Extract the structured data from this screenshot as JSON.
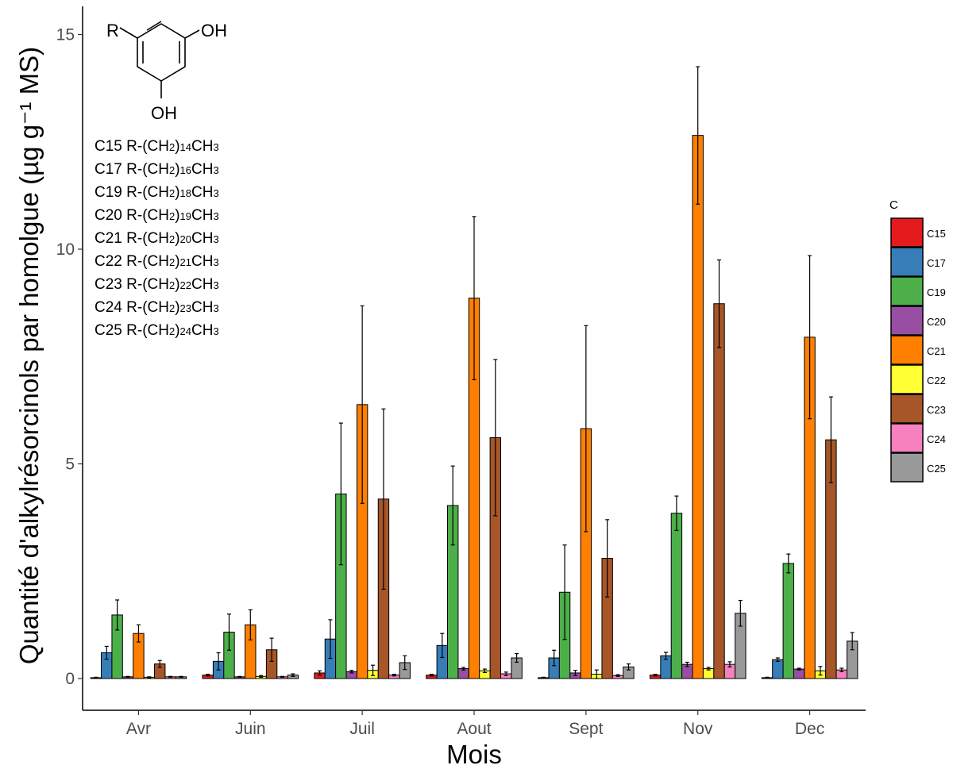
{
  "chart_data": {
    "type": "bar",
    "xlabel": "Mois",
    "ylabel": "Quantité d'alkylrésorcinols par homolgue (µg g⁻¹ MS)",
    "ylim": [
      0,
      15
    ],
    "yticks": [
      "0",
      "5",
      "10",
      "15"
    ],
    "categories": [
      "Avr",
      "Juin",
      "Juil",
      "Aout",
      "Sept",
      "Nov",
      "Dec"
    ],
    "grid": false,
    "legend": {
      "title": "C",
      "placement": "right"
    },
    "series": [
      {
        "name": "C15",
        "color": "#E41A1C",
        "values": [
          0.02,
          0.08,
          0.13,
          0.08,
          0.02,
          0.08,
          0.02
        ],
        "errors": [
          0.01,
          0.02,
          0.05,
          0.02,
          0.01,
          0.02,
          0.01
        ]
      },
      {
        "name": "C17",
        "color": "#377EB8",
        "values": [
          0.6,
          0.4,
          0.92,
          0.77,
          0.48,
          0.53,
          0.44
        ],
        "errors": [
          0.15,
          0.2,
          0.45,
          0.28,
          0.18,
          0.08,
          0.04
        ]
      },
      {
        "name": "C19",
        "color": "#4DAF4A",
        "values": [
          1.48,
          1.08,
          4.3,
          4.03,
          2.01,
          3.85,
          2.68
        ],
        "errors": [
          0.35,
          0.42,
          1.65,
          0.92,
          1.1,
          0.4,
          0.22
        ]
      },
      {
        "name": "C20",
        "color": "#984EA3",
        "values": [
          0.04,
          0.04,
          0.16,
          0.23,
          0.13,
          0.33,
          0.22
        ],
        "errors": [
          0.01,
          0.01,
          0.03,
          0.03,
          0.06,
          0.05,
          0.02
        ]
      },
      {
        "name": "C21",
        "color": "#FF7F00",
        "values": [
          1.05,
          1.25,
          6.38,
          8.86,
          5.82,
          12.65,
          7.95
        ],
        "errors": [
          0.2,
          0.35,
          2.3,
          1.9,
          2.4,
          1.6,
          1.9
        ]
      },
      {
        "name": "C22",
        "color": "#FFFF33",
        "values": [
          0.03,
          0.05,
          0.19,
          0.18,
          0.1,
          0.23,
          0.18
        ],
        "errors": [
          0.01,
          0.02,
          0.12,
          0.04,
          0.1,
          0.03,
          0.1
        ]
      },
      {
        "name": "C23",
        "color": "#A65628",
        "values": [
          0.34,
          0.67,
          4.18,
          5.61,
          2.8,
          8.73,
          5.56
        ],
        "errors": [
          0.08,
          0.27,
          2.1,
          1.82,
          0.9,
          1.02,
          1.0
        ]
      },
      {
        "name": "C24",
        "color": "#F781BF",
        "values": [
          0.04,
          0.04,
          0.08,
          0.11,
          0.07,
          0.33,
          0.2
        ],
        "errors": [
          0.01,
          0.01,
          0.02,
          0.04,
          0.02,
          0.06,
          0.04
        ]
      },
      {
        "name": "C25",
        "color": "#999999",
        "values": [
          0.04,
          0.08,
          0.37,
          0.48,
          0.27,
          1.52,
          0.87
        ],
        "errors": [
          0.01,
          0.03,
          0.16,
          0.1,
          0.07,
          0.3,
          0.2
        ]
      }
    ]
  },
  "inset": {
    "substituent": "R",
    "hydroxyl_1": "OH",
    "hydroxyl_2": "OH",
    "formulas": [
      {
        "label": "C15",
        "chain": "R-(CH",
        "sub1": "2",
        "mid": ")",
        "sub2": "14",
        "end": "CH",
        "sub3": "3"
      },
      {
        "label": "C17",
        "chain": "R-(CH",
        "sub1": "2",
        "mid": ")",
        "sub2": "16",
        "end": "CH",
        "sub3": "3"
      },
      {
        "label": "C19",
        "chain": "R-(CH",
        "sub1": "2",
        "mid": ")",
        "sub2": "18",
        "end": "CH",
        "sub3": "3"
      },
      {
        "label": "C20",
        "chain": "R-(CH",
        "sub1": "2",
        "mid": ")",
        "sub2": "19",
        "end": "CH",
        "sub3": "3"
      },
      {
        "label": "C21",
        "chain": "R-(CH",
        "sub1": "2",
        "mid": ")",
        "sub2": "20",
        "end": "CH",
        "sub3": "3"
      },
      {
        "label": "C22",
        "chain": "R-(CH",
        "sub1": "2",
        "mid": ")",
        "sub2": "21",
        "end": "CH",
        "sub3": "3"
      },
      {
        "label": "C23",
        "chain": "R-(CH",
        "sub1": "2",
        "mid": ")",
        "sub2": "22",
        "end": "CH",
        "sub3": "3"
      },
      {
        "label": "C24",
        "chain": "R-(CH",
        "sub1": "2",
        "mid": ")",
        "sub2": "23",
        "end": "CH",
        "sub3": "3"
      },
      {
        "label": "C25",
        "chain": "R-(CH",
        "sub1": "2",
        "mid": ")",
        "sub2": "24",
        "end": "CH",
        "sub3": "3"
      }
    ]
  }
}
